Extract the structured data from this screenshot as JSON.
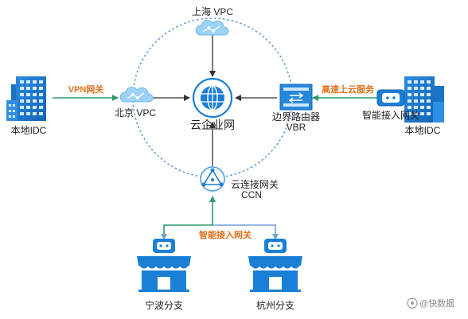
{
  "nodes": {
    "shanghai_vpc": "上海 VPC",
    "beijing_vpc": "北京 VPC",
    "cloud_network": "云企业网",
    "local_idc_left": "本地IDC",
    "local_idc_right": "本地IDC",
    "border_router": "边界路由器",
    "border_router_abbr": "VBR",
    "smart_gateway_right": "智能接入网关",
    "ccn": "云连接网关",
    "ccn_abbr": "CCN",
    "ningbo_branch": "宁波分支",
    "hangzhou_branch": "杭州分支"
  },
  "links": {
    "vpn_gateway": "VPN网关",
    "express_connect": "高速上云服务",
    "smart_access_gateway": "智能接入网关"
  },
  "watermark": "@快数据",
  "colors": {
    "blue": "#1a7fd6",
    "light_blue": "#9bd2f6",
    "green": "#2f9a6a",
    "orange": "#e0711c",
    "dashed_circle": "#4a90d9",
    "black_arrow": "#333333"
  }
}
